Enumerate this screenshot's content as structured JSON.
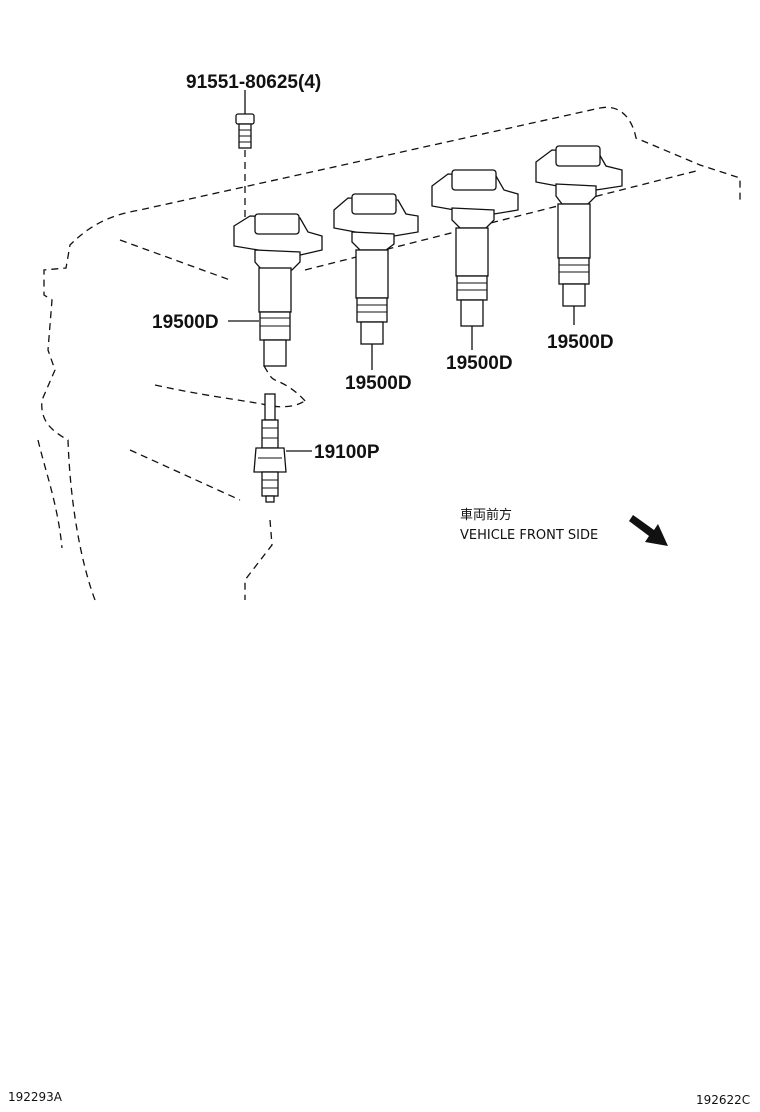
{
  "labels": {
    "bolt": "91551-80625(4)",
    "coil_1": "19500D",
    "coil_2": "19500D",
    "coil_3": "19500D",
    "coil_4": "19500D",
    "spark_plug": "19100P"
  },
  "direction": {
    "japanese": "車両前方",
    "english": "VEHICLE FRONT SIDE",
    "icon": "arrow-down-right-icon"
  },
  "footer": {
    "left_code": "192293A",
    "right_code": "192622C"
  }
}
